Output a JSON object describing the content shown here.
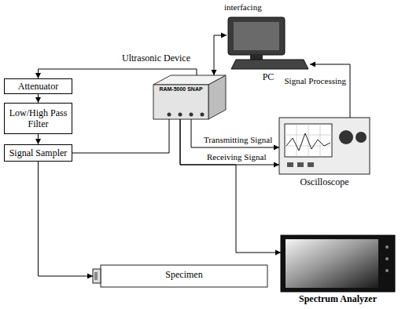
{
  "diagram": {
    "nodes": [
      {
        "text": [
          "Attenuator"
        ]
      },
      {
        "text": [
          "Low/High Pass Filter"
        ]
      },
      {
        "text": [
          "Signal Sampler"
        ]
      },
      {
        "text": [
          "Ultrasonic Device",
          "RAM-5000 SNAP"
        ]
      },
      {
        "text": [
          "PC"
        ]
      },
      {
        "text": [
          "Oscilloscope"
        ]
      },
      {
        "text": [
          "Specimen"
        ]
      },
      {
        "text": [
          "Spectrum Analyzer"
        ]
      }
    ],
    "edges": [
      {
        "from": 4,
        "to": 3,
        "arrow": "both",
        "label": "interfacing"
      },
      {
        "from": 3,
        "to": 0,
        "arrow": "to"
      },
      {
        "from": 0,
        "to": 1,
        "arrow": "to"
      },
      {
        "from": 1,
        "to": 2,
        "arrow": "to"
      },
      {
        "from": 2,
        "to": 3,
        "arrow": "none"
      },
      {
        "from": 2,
        "to": 6,
        "arrow": "to"
      },
      {
        "from": 3,
        "to": 5,
        "arrow": "to",
        "label": "Transmitting Signal"
      },
      {
        "from": 3,
        "to": 5,
        "arrow": "to",
        "label": "Receiving Signal"
      },
      {
        "from": 3,
        "to": 7,
        "arrow": "to"
      },
      {
        "from": 5,
        "to": 4,
        "arrow": "to",
        "label": "Signal Processing"
      }
    ]
  }
}
